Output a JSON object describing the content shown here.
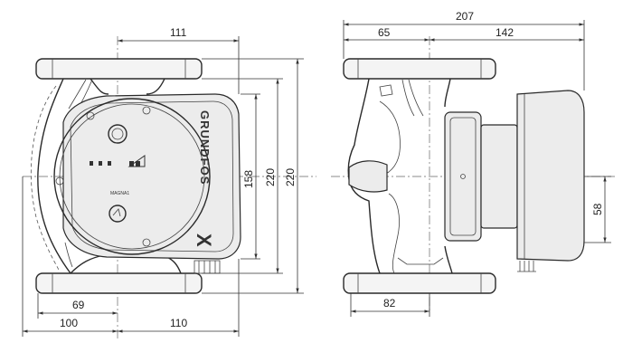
{
  "front_view": {
    "dim_top": "111",
    "dim_158": "158",
    "dim_220_inner": "220",
    "dim_220_outer": "220",
    "dim_69": "69",
    "dim_100": "100",
    "dim_110": "110",
    "brand": "GRUNDFOS",
    "brand_mark": "X",
    "model_label": "MAGNA1"
  },
  "side_view": {
    "dim_207": "207",
    "dim_65": "65",
    "dim_142": "142",
    "dim_82": "82",
    "dim_58": "58"
  }
}
